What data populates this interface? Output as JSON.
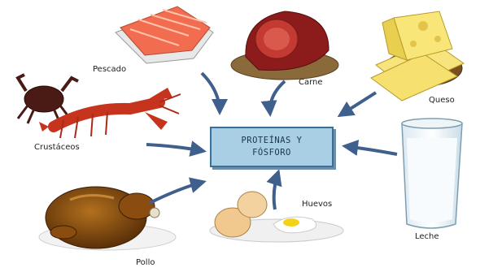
{
  "center": {
    "line1": "PROTEÍNAS  Y",
    "line2": "FÓSFORO"
  },
  "sources": {
    "pescado": "Pescado",
    "carne": "Carne",
    "queso": "Queso",
    "crustaceos": "Crustáceos",
    "leche": "Leche",
    "huevos": "Huevos",
    "pollo": "Pollo"
  },
  "colors": {
    "box_fill": "#a9cfe4",
    "box_border": "#3a6f97",
    "arrow": "#3f5f8c"
  }
}
